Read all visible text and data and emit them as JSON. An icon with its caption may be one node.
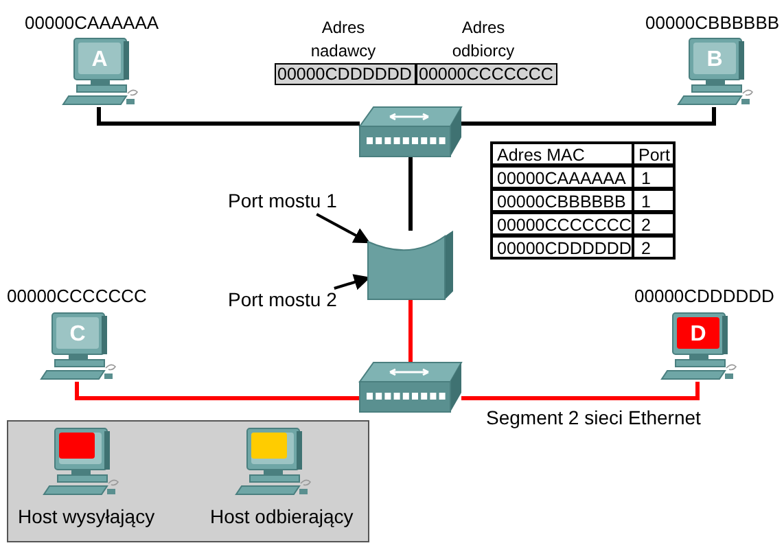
{
  "diagram": {
    "nodes": [
      {
        "text": [
          "A"
        ],
        "beside": [
          "00000CAAAAAA"
        ]
      },
      {
        "text": [
          "B"
        ],
        "beside": [
          "00000CBBBBBB"
        ]
      },
      {
        "text": [],
        "shape": "hub"
      },
      {
        "text": [],
        "shape": "bridge"
      },
      {
        "text": [
          "C"
        ],
        "beside": [
          "00000CCCCCCC"
        ]
      },
      {
        "text": [],
        "shape": "hub"
      },
      {
        "text": [
          "D"
        ],
        "beside": [
          "00000CDDDDDD"
        ]
      },
      {
        "text": [
          "Port mostu 1"
        ]
      },
      {
        "text": [
          "Port mostu 2"
        ]
      }
    ],
    "edges": [
      {
        "from": 0,
        "to": 2,
        "arrow": "none"
      },
      {
        "from": 1,
        "to": 2,
        "arrow": "none"
      },
      {
        "from": 2,
        "to": 3,
        "arrow": "none"
      },
      {
        "from": 3,
        "to": 5,
        "arrow": "none",
        "color": "#ff0000"
      },
      {
        "from": 4,
        "to": 5,
        "arrow": "none",
        "color": "#ff0000"
      },
      {
        "from": 6,
        "to": 5,
        "arrow": "none",
        "color": "#ff0000"
      },
      {
        "from": 7,
        "to": 3,
        "arrow": "to"
      },
      {
        "from": 8,
        "to": 3,
        "arrow": "to"
      }
    ],
    "labels": [
      "Adres nadawcy",
      "Adres odbiorcy",
      "00000CDDDDDD",
      "00000CCCCCCC",
      "Adres MAC",
      "Port",
      "00000CAAAAAA",
      "1",
      "00000CBBBBBB",
      "1",
      "00000CCCCCCC",
      "2",
      "00000CDDDDDD",
      "2",
      "Segment 2 sieci Ethernet"
    ],
    "legend": [
      {
        "text": "Host wysyłający",
        "color": "#ff0000"
      },
      {
        "text": "Host odbierający",
        "color": "#ffcc00"
      }
    ]
  }
}
